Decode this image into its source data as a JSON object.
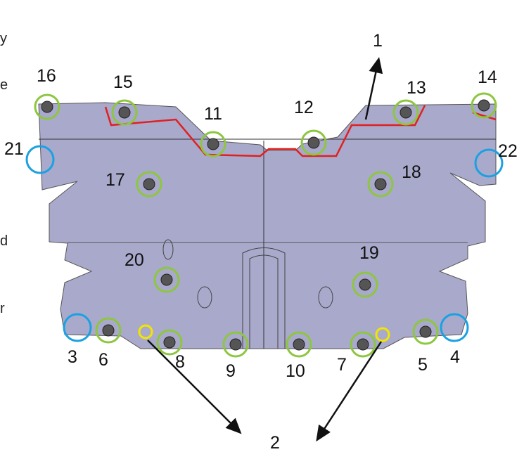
{
  "left_text_fragments": [
    "y",
    "e",
    "d",
    "r"
  ],
  "callouts": {
    "arrow_1": "1",
    "arrow_2": "2",
    "points": [
      "3",
      "4",
      "5",
      "6",
      "7",
      "8",
      "9",
      "10",
      "11",
      "12",
      "13",
      "14",
      "15",
      "16",
      "17",
      "18",
      "19",
      "20",
      "21",
      "22"
    ]
  },
  "colors": {
    "plate": "#a9a9cc",
    "green_marker": "#8dc63f",
    "blue_marker": "#1ba1e2",
    "yellow_marker": "#f2e600",
    "red_profile": "#e02020"
  }
}
